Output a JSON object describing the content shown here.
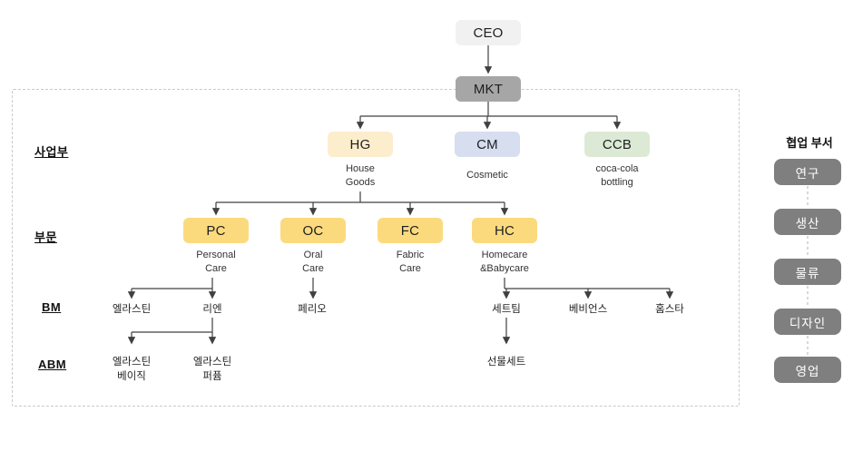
{
  "org": {
    "ceo": {
      "label": "CEO"
    },
    "mkt": {
      "label": "MKT"
    },
    "row_labels": {
      "divisions": "사업부",
      "departments": "부문",
      "bm": "BM",
      "abm": "ABM"
    },
    "divisions": [
      {
        "code": "HG",
        "line1": "House",
        "line2": "Goods",
        "color": "#fcedcd"
      },
      {
        "code": "CM",
        "line1": "Cosmetic",
        "line2": "",
        "color": "#d6def0"
      },
      {
        "code": "CCB",
        "line1": "coca-cola",
        "line2": "bottling",
        "color": "#dcead5"
      }
    ],
    "departments": [
      {
        "code": "PC",
        "line1": "Personal",
        "line2": "Care"
      },
      {
        "code": "OC",
        "line1": "Oral",
        "line2": "Care"
      },
      {
        "code": "FC",
        "line1": "Fabric",
        "line2": "Care"
      },
      {
        "code": "HC",
        "line1": "Homecare",
        "line2": "&Babycare"
      }
    ],
    "bm": [
      "엘라스틴",
      "리엔",
      "페리오",
      "세트팀",
      "베비언스",
      "홈스타"
    ],
    "abm": [
      {
        "line1": "엘라스틴",
        "line2": "베이직"
      },
      {
        "line1": "엘라스틴",
        "line2": "퍼퓸"
      },
      {
        "line1": "선물세트",
        "line2": ""
      }
    ]
  },
  "collab": {
    "title": "협업 부서",
    "items": [
      "연구",
      "생산",
      "물류",
      "디자인",
      "영업"
    ]
  },
  "colors": {
    "ceo_bg": "#f1f1f1",
    "mkt_bg": "#a6a6a6",
    "dept_bg": "#fbda7e",
    "collab_bg": "#7f7f7f",
    "line": "#404040",
    "dashed_border": "#c9c9c9"
  }
}
